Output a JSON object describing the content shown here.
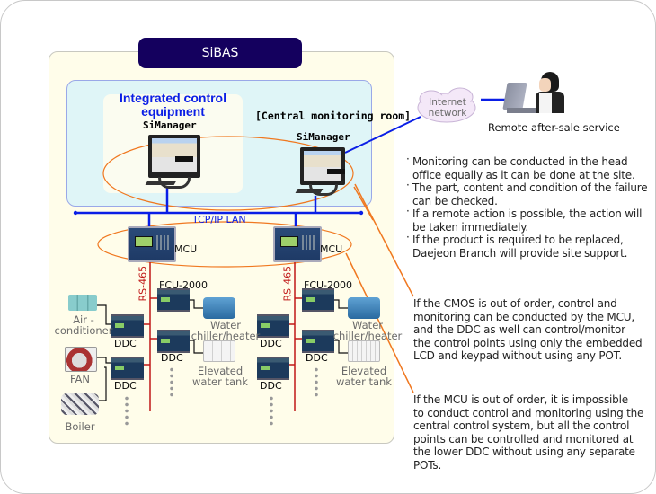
{
  "title": "SiBAS",
  "integrated": {
    "title_line1": "Integrated control",
    "title_line2": "equipment",
    "simanager": "SiManager"
  },
  "central": {
    "title": "[Central monitoring room]",
    "simanager": "SiManager"
  },
  "internet_label_line1": "Internet",
  "internet_label_line2": "network",
  "remote_label": "Remote after-sale service",
  "network_label": "TCP/IP LAN",
  "mcu_label": "MCU",
  "bus_label": "RS-465",
  "fcu_label": "FCU-2000",
  "ddc_label": "DDC",
  "equipment": {
    "air_conditioner_line1": "Air -",
    "air_conditioner_line2": "conditioner",
    "fan": "FAN",
    "boiler": "Boiler",
    "chiller_line1": "Water",
    "chiller_line2": "chiller/heater",
    "tank_line1": "Elevated",
    "tank_line2": "water tank"
  },
  "notes": {
    "bullets": [
      [
        "Monitoring can be conducted in the head",
        "office equally as it can be done at the site."
      ],
      [
        "The part, content and condition of the failure",
        "can be checked."
      ],
      [
        "If a remote action is possible, the action will",
        "be taken immediately."
      ],
      [
        "If the product is required to be replaced,",
        "Daejeon Branch will provide site support."
      ]
    ],
    "cmos": [
      "If the CMOS is out of order, control and",
      "monitoring can be conducted by the MCU,",
      "and the DDC as well can control/monitor",
      "the control points using only the embedded",
      "LCD and keypad without using any POT."
    ],
    "mcu": [
      "If the MCU is out of order, it is impossible",
      "to conduct control and monitoring using the",
      "central control system, but all the control",
      "points can be controlled and monitored at",
      "the lower DDC without using any separate",
      "POTs."
    ]
  },
  "colors": {
    "title_bg": "#14005e",
    "lan_line": "#0a1ee6",
    "bus_line": "#c01818",
    "callout": "#f07820"
  }
}
